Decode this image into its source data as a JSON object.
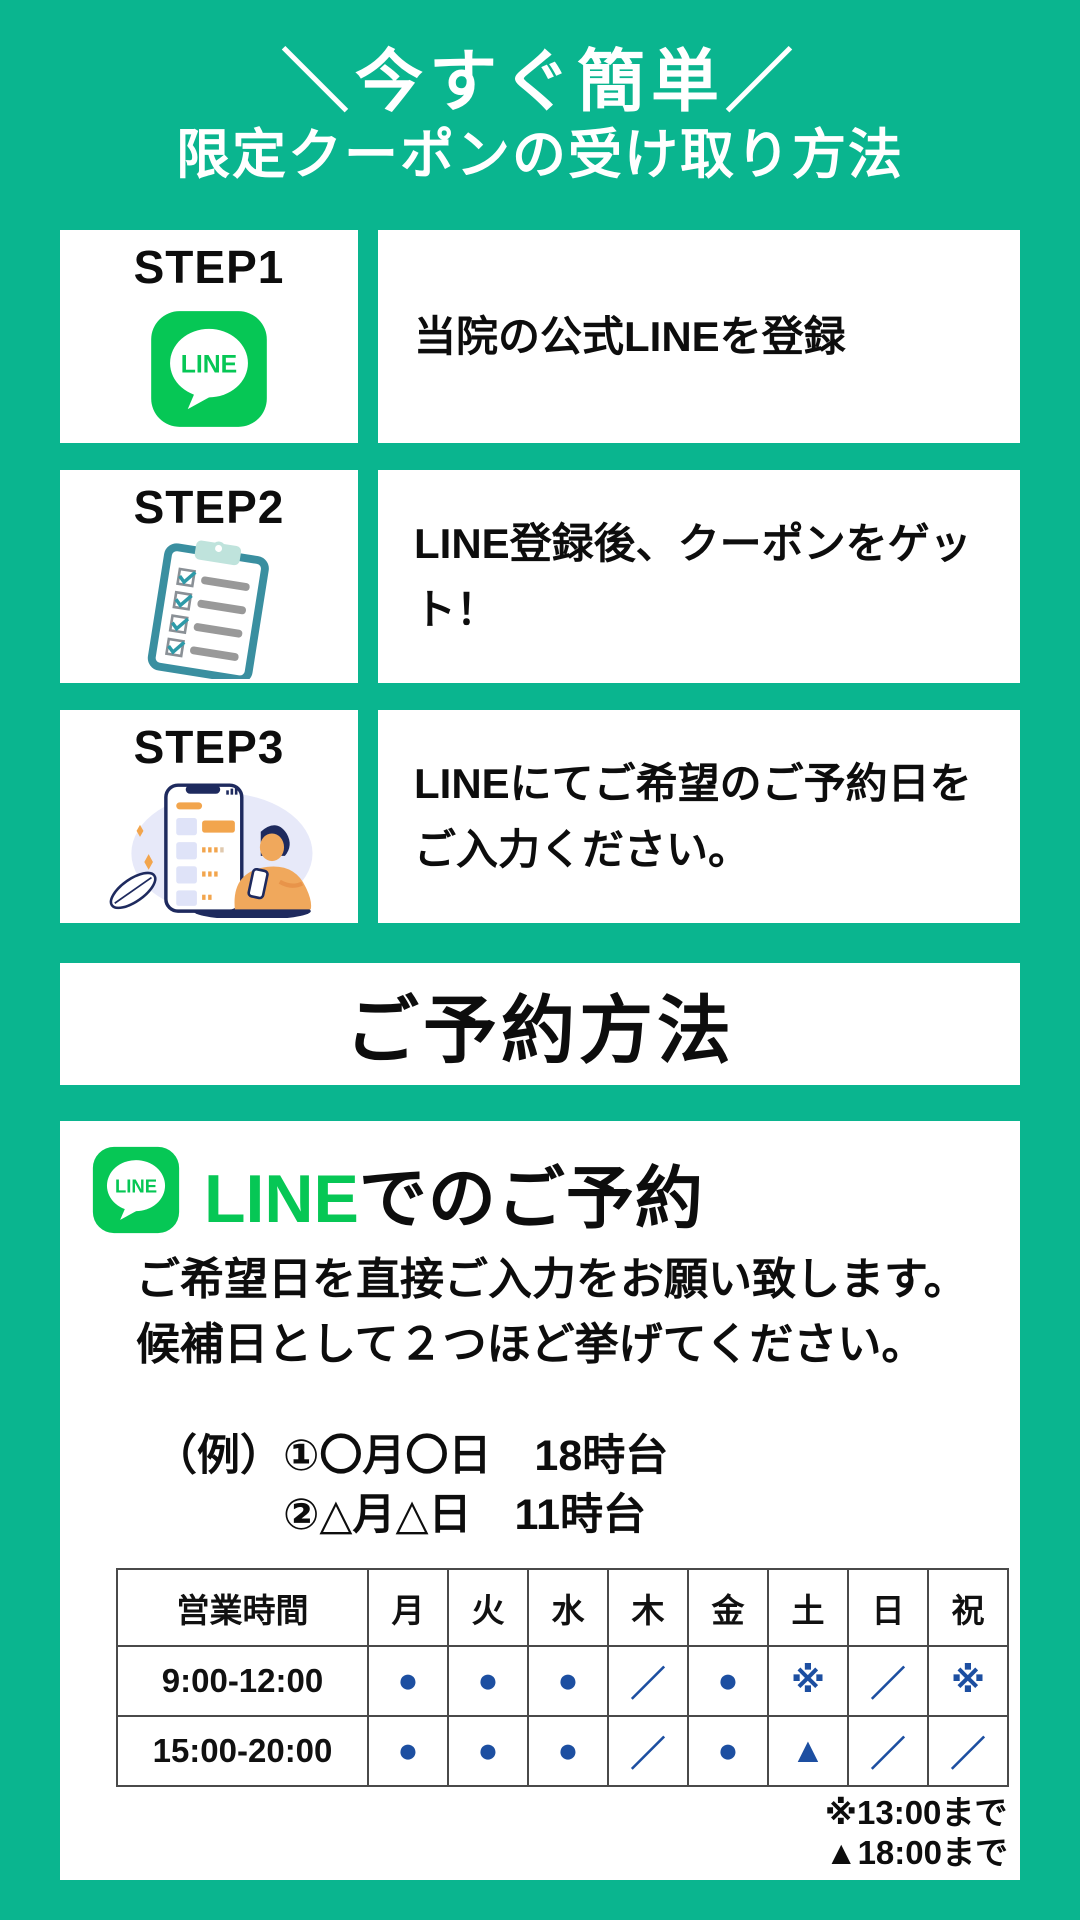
{
  "colors": {
    "background_teal": "#0ab58f",
    "line_green": "#06C755",
    "table_symbol_blue": "#1d4fa1",
    "holiday_red": "#e8544b"
  },
  "header": {
    "line1": "＼今すぐ簡単／",
    "line2": "限定クーポンの受け取り方法"
  },
  "steps": [
    {
      "label": "STEP1",
      "icon": "line-app-icon",
      "text": "当院の公式LINEを登録"
    },
    {
      "label": "STEP2",
      "icon": "checklist-clipboard-icon",
      "text": "LINE登録後、クーポンをゲット！"
    },
    {
      "label": "STEP3",
      "icon": "phone-booking-illustration",
      "text": "LINEにてご希望のご予約日をご入力ください。"
    }
  ],
  "reservation": {
    "title": "ご予約方法"
  },
  "line_booking": {
    "heading_line": "LINE",
    "heading_rest": "でのご予約",
    "body_line1": "ご希望日を直接ご入力をお願い致します。",
    "body_line2": "候補日として２つほど挙げてください。",
    "example_line1": "（例）①〇月〇日　18時台",
    "example_line2": "②△月△日　11時台"
  },
  "hours_table": {
    "header": [
      "営業時間",
      "月",
      "火",
      "水",
      "木",
      "金",
      "土",
      "日",
      "祝"
    ],
    "rows": [
      {
        "time": "9:00-12:00",
        "cells": [
          "●",
          "●",
          "●",
          "／",
          "●",
          "※",
          "／",
          "※"
        ]
      },
      {
        "time": "15:00-20:00",
        "cells": [
          "●",
          "●",
          "●",
          "／",
          "●",
          "▲",
          "／",
          "／"
        ]
      }
    ],
    "note1": "※13:00まで",
    "note2": "▲18:00まで"
  },
  "icons": {
    "line_label": "LINE"
  }
}
